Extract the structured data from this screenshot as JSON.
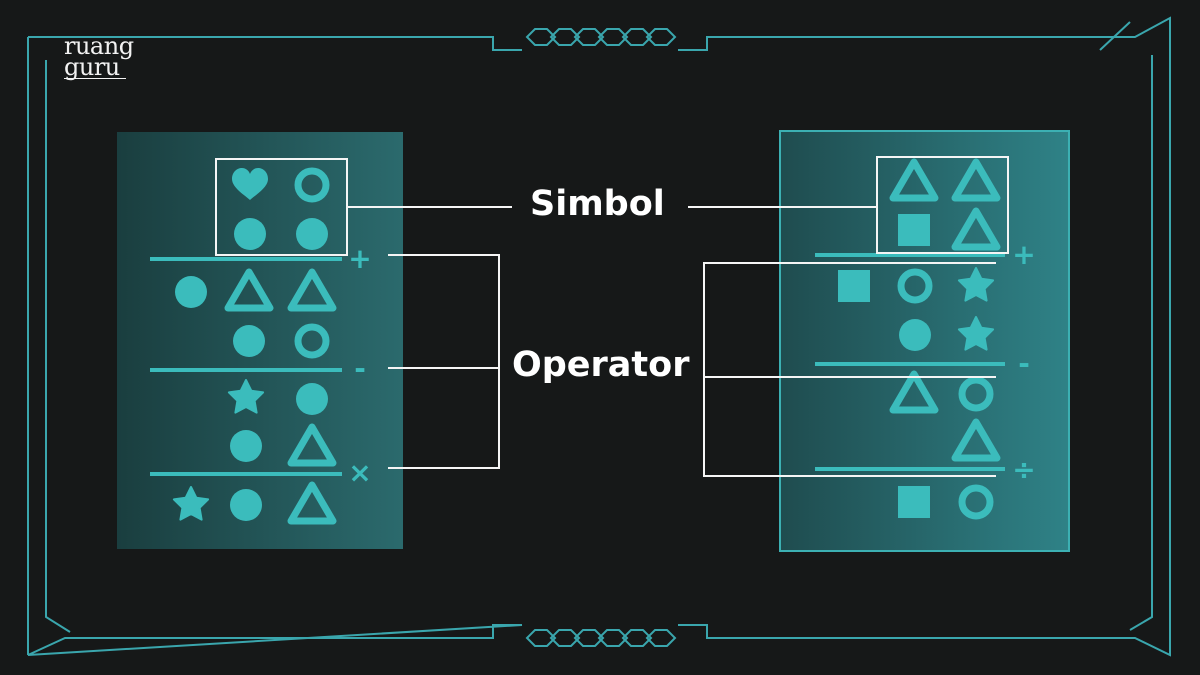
{
  "brand": {
    "line1": "ruang",
    "line2": "guru"
  },
  "labels": {
    "symbol": "Simbol",
    "operator": "Operator"
  },
  "colors": {
    "accent": "#3bbcbc",
    "frame": "#3aa6ad",
    "background": "#161818",
    "text": "#ffffff"
  },
  "left_card": {
    "rows": [
      [
        "heart-icon",
        "ring-icon"
      ],
      [
        "dot-icon",
        "dot-icon"
      ],
      [
        "dot-icon",
        "triangle-icon",
        "triangle-icon"
      ],
      [
        "dot-icon",
        "ring-icon"
      ],
      [
        "star-icon",
        "dot-icon"
      ],
      [
        "dot-icon",
        "triangle-icon"
      ],
      [
        "star-icon",
        "dot-icon",
        "triangle-icon"
      ]
    ],
    "operators": [
      "+",
      "-",
      "×"
    ]
  },
  "right_card": {
    "rows": [
      [
        "triangle-icon",
        "triangle-icon"
      ],
      [
        "square-icon",
        "triangle-icon"
      ],
      [
        "square-icon",
        "ring-icon",
        "star-icon"
      ],
      [
        "dot-icon",
        "star-icon"
      ],
      [
        "triangle-icon",
        "ring-icon"
      ],
      [
        "triangle-icon"
      ],
      [
        "square-icon",
        "ring-icon"
      ]
    ],
    "operators": [
      "+",
      "-",
      "÷"
    ]
  }
}
